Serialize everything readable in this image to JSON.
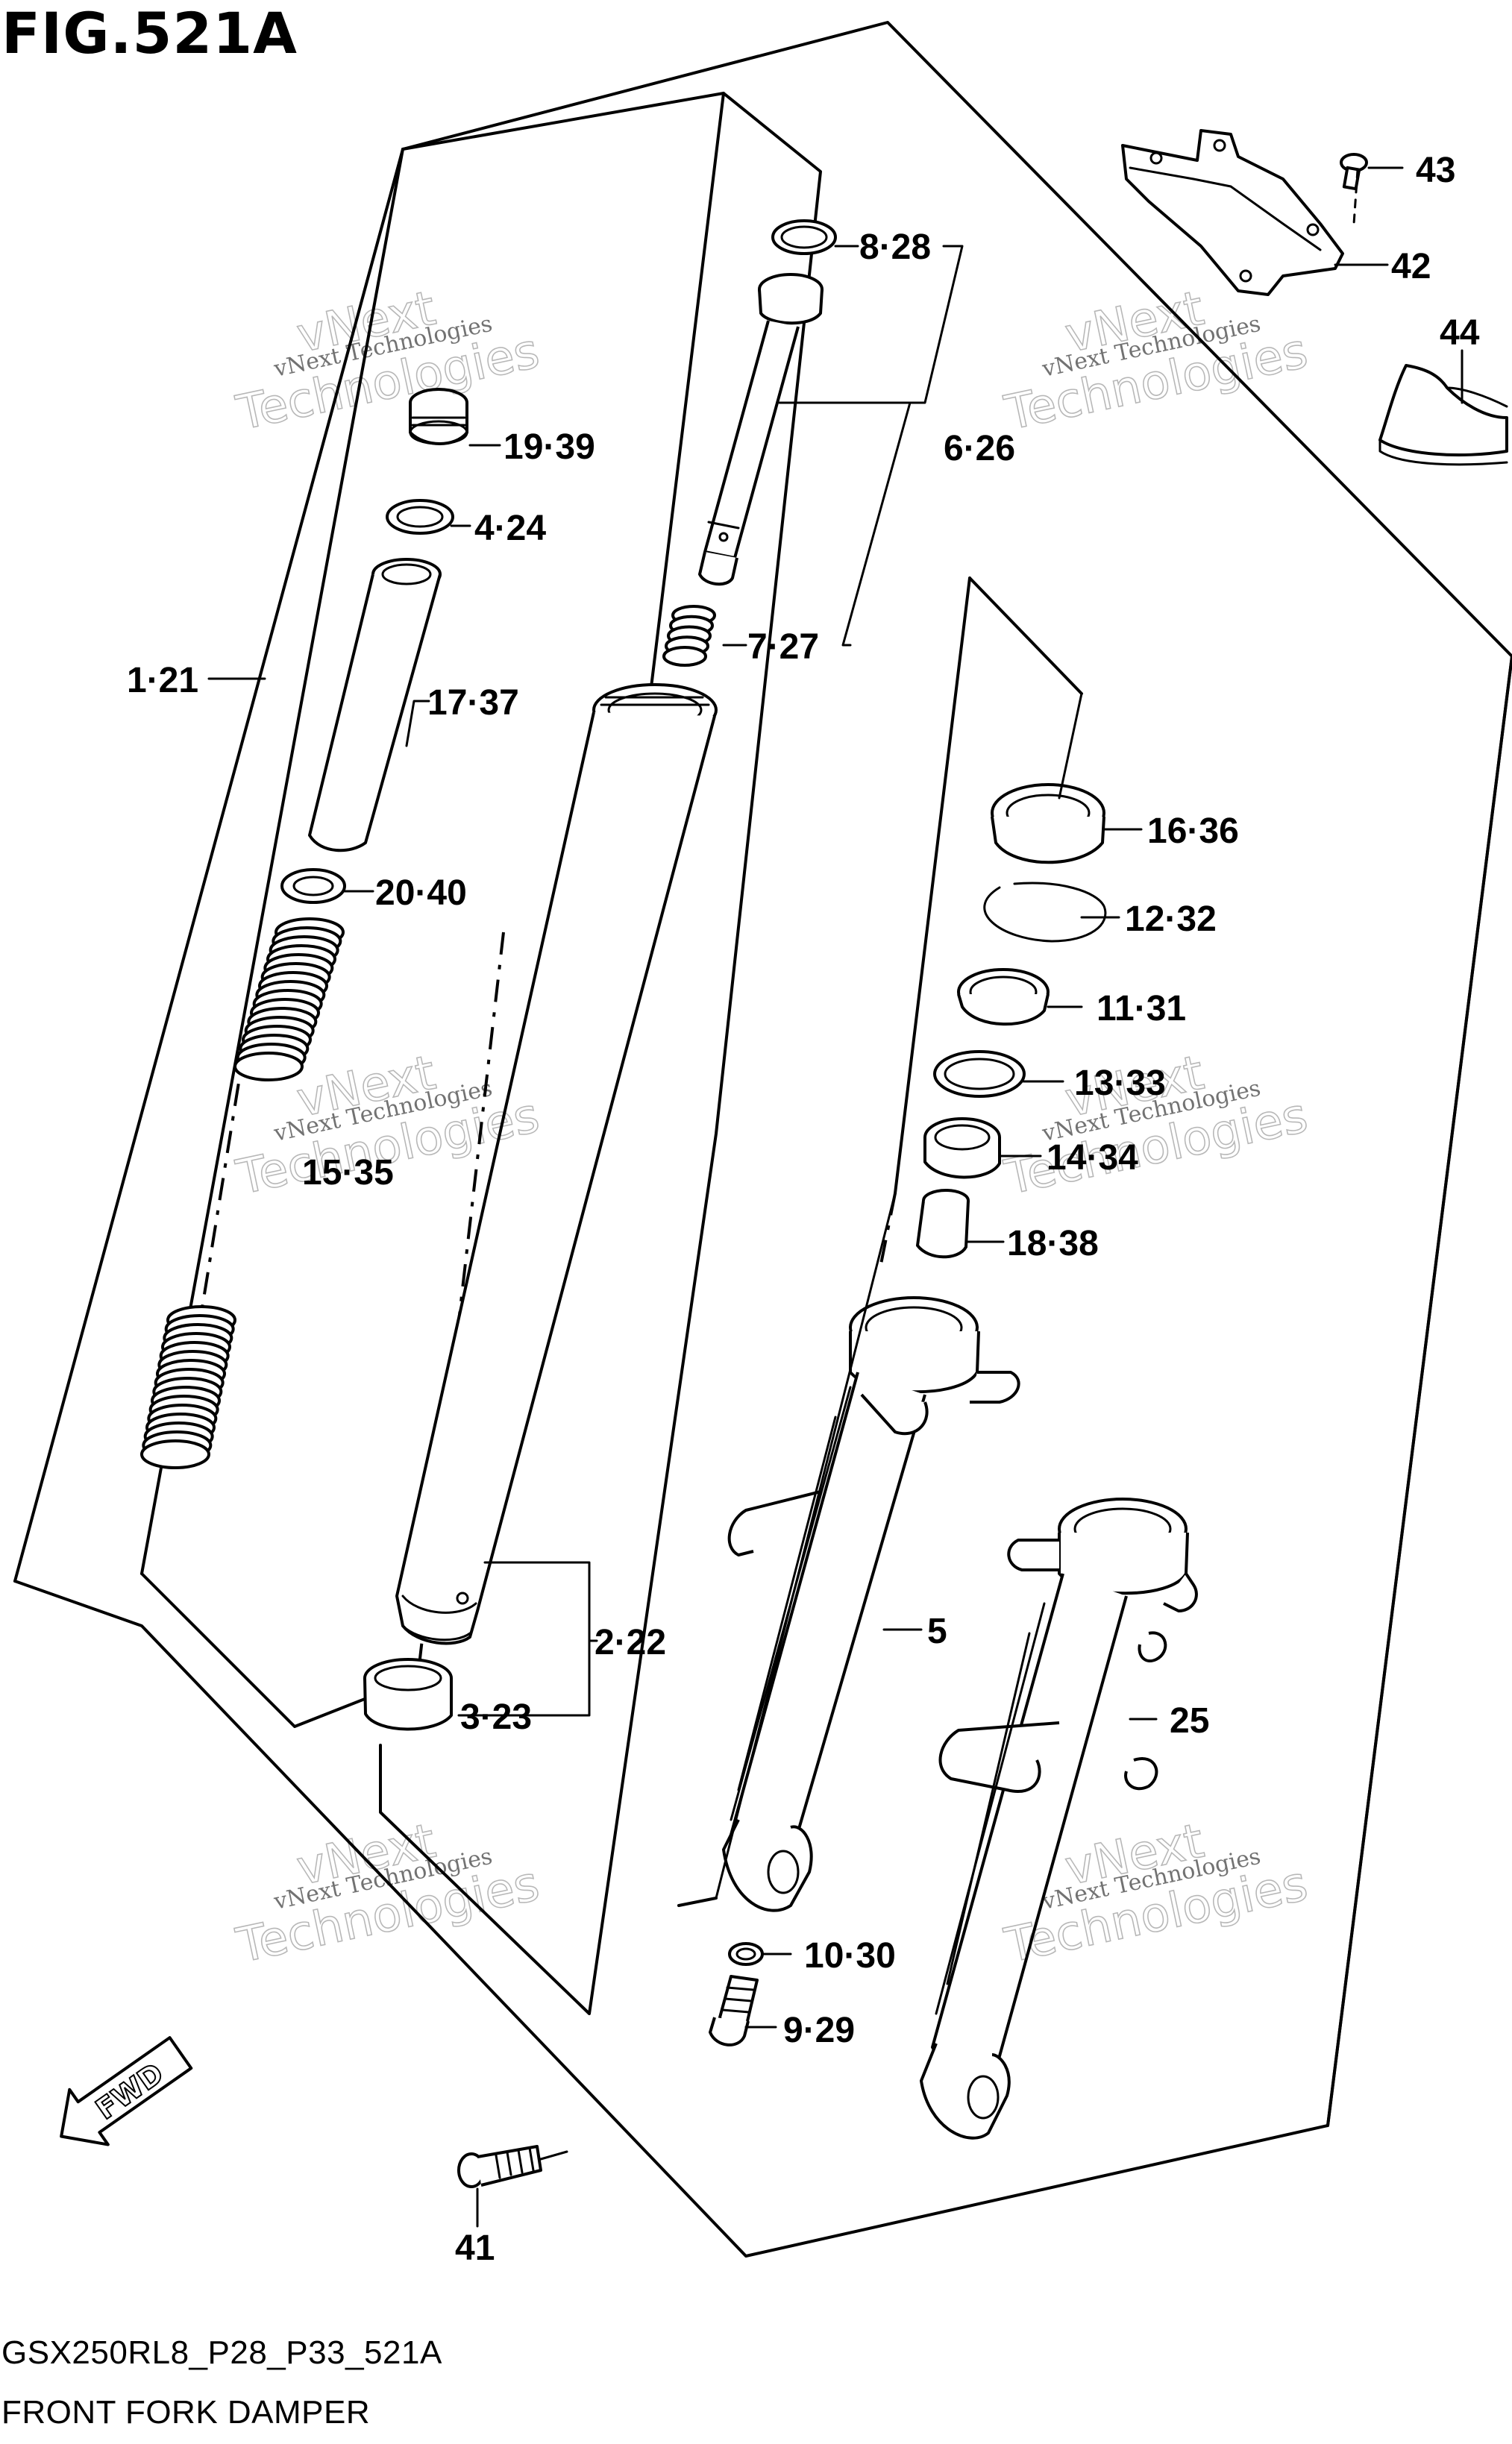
{
  "figure": {
    "title": "FIG.521A",
    "model_code": "GSX250RL8_P28_P33_521A",
    "section_name": "FRONT FORK DAMPER",
    "fwd_label": "FWD"
  },
  "watermark": {
    "small_text": "vNext Technologies",
    "large_line1": "vNext",
    "large_line2": "Technologies"
  },
  "callouts": {
    "c43": "43",
    "c42": "42",
    "c44": "44",
    "c8": "8·28",
    "c6": "6·26",
    "c7": "7·27",
    "c19": "19·39",
    "c4": "4·24",
    "c1": "1·21",
    "c17": "17·37",
    "c20": "20·40",
    "c15": "15·35",
    "c16": "16·36",
    "c12": "12·32",
    "c11": "11·31",
    "c13": "13·33",
    "c14": "14·34",
    "c18": "18·38",
    "c5": "5",
    "c25": "25",
    "c2": "2·22",
    "c3": "3·23",
    "c10": "10·30",
    "c9": "9·29",
    "c41": "41"
  }
}
